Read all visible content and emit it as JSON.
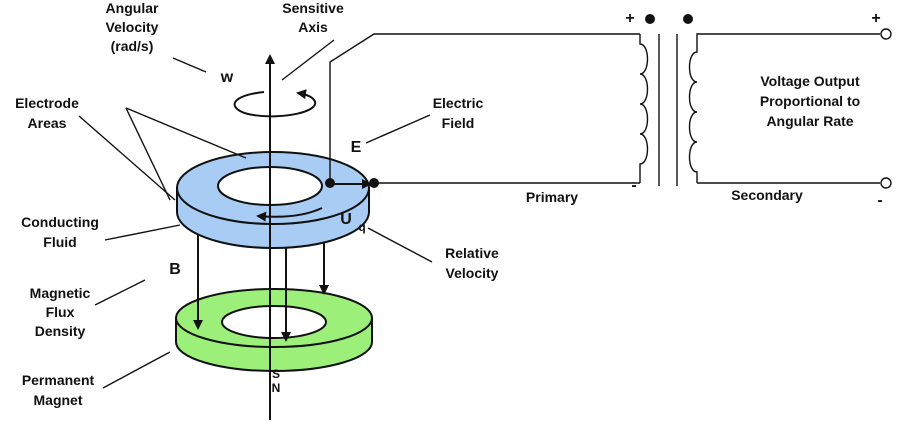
{
  "labels": {
    "angular_velocity": [
      "Angular",
      "Velocity",
      "(rad/s)"
    ],
    "sensitive_axis": [
      "Sensitive",
      "Axis"
    ],
    "electrode_areas": [
      "Electrode",
      "Areas"
    ],
    "electric_field": [
      "Electric",
      "Field"
    ],
    "conducting_fluid": [
      "Conducting",
      "Fluid"
    ],
    "relative_velocity": [
      "Relative",
      "Velocity"
    ],
    "magnetic_flux_density": [
      "Magnetic",
      "Flux",
      "Density"
    ],
    "permanent_magnet": [
      "Permanent",
      "Magnet"
    ],
    "primary": "Primary",
    "secondary": "Secondary",
    "voltage_output": [
      "Voltage Output",
      "Proportional to",
      "Angular Rate"
    ]
  },
  "symbols": {
    "w": "w",
    "E": "E",
    "U": "U",
    "q": "q",
    "B": "B",
    "S": "S",
    "N": "N",
    "plus_left": "+",
    "plus_right": "+",
    "minus_left": "-",
    "minus_right": "-"
  },
  "colors": {
    "fluid_ring": "#a9ccf5",
    "magnet_ring": "#9cf07a",
    "line": "#111111",
    "background": "#ffffff"
  }
}
